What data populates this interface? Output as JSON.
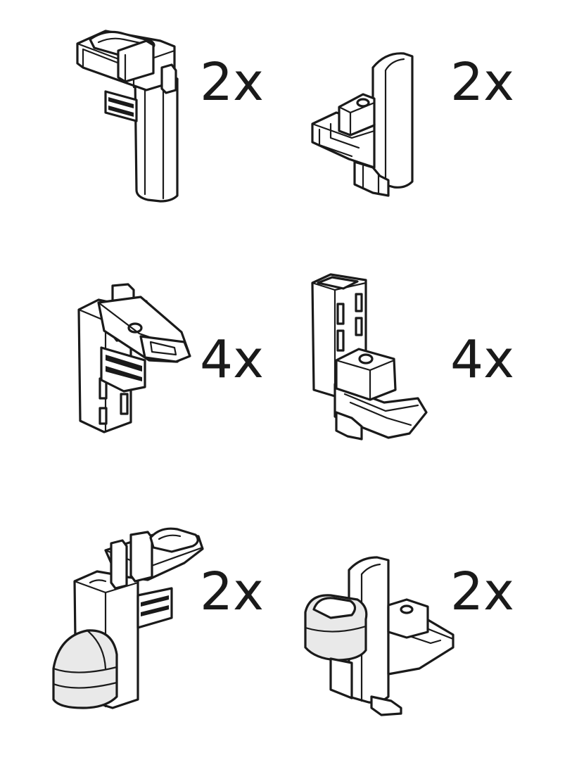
{
  "parts": [
    {
      "id": "a",
      "quantity": "2x"
    },
    {
      "id": "b",
      "quantity": "2x"
    },
    {
      "id": "c",
      "quantity": "4x"
    },
    {
      "id": "d",
      "quantity": "4x"
    },
    {
      "id": "e",
      "quantity": "2x"
    },
    {
      "id": "f",
      "quantity": "2x"
    }
  ],
  "colors": {
    "line": "#1a1a1a",
    "background": "#ffffff",
    "cap_shade": "#e9e9e9"
  }
}
